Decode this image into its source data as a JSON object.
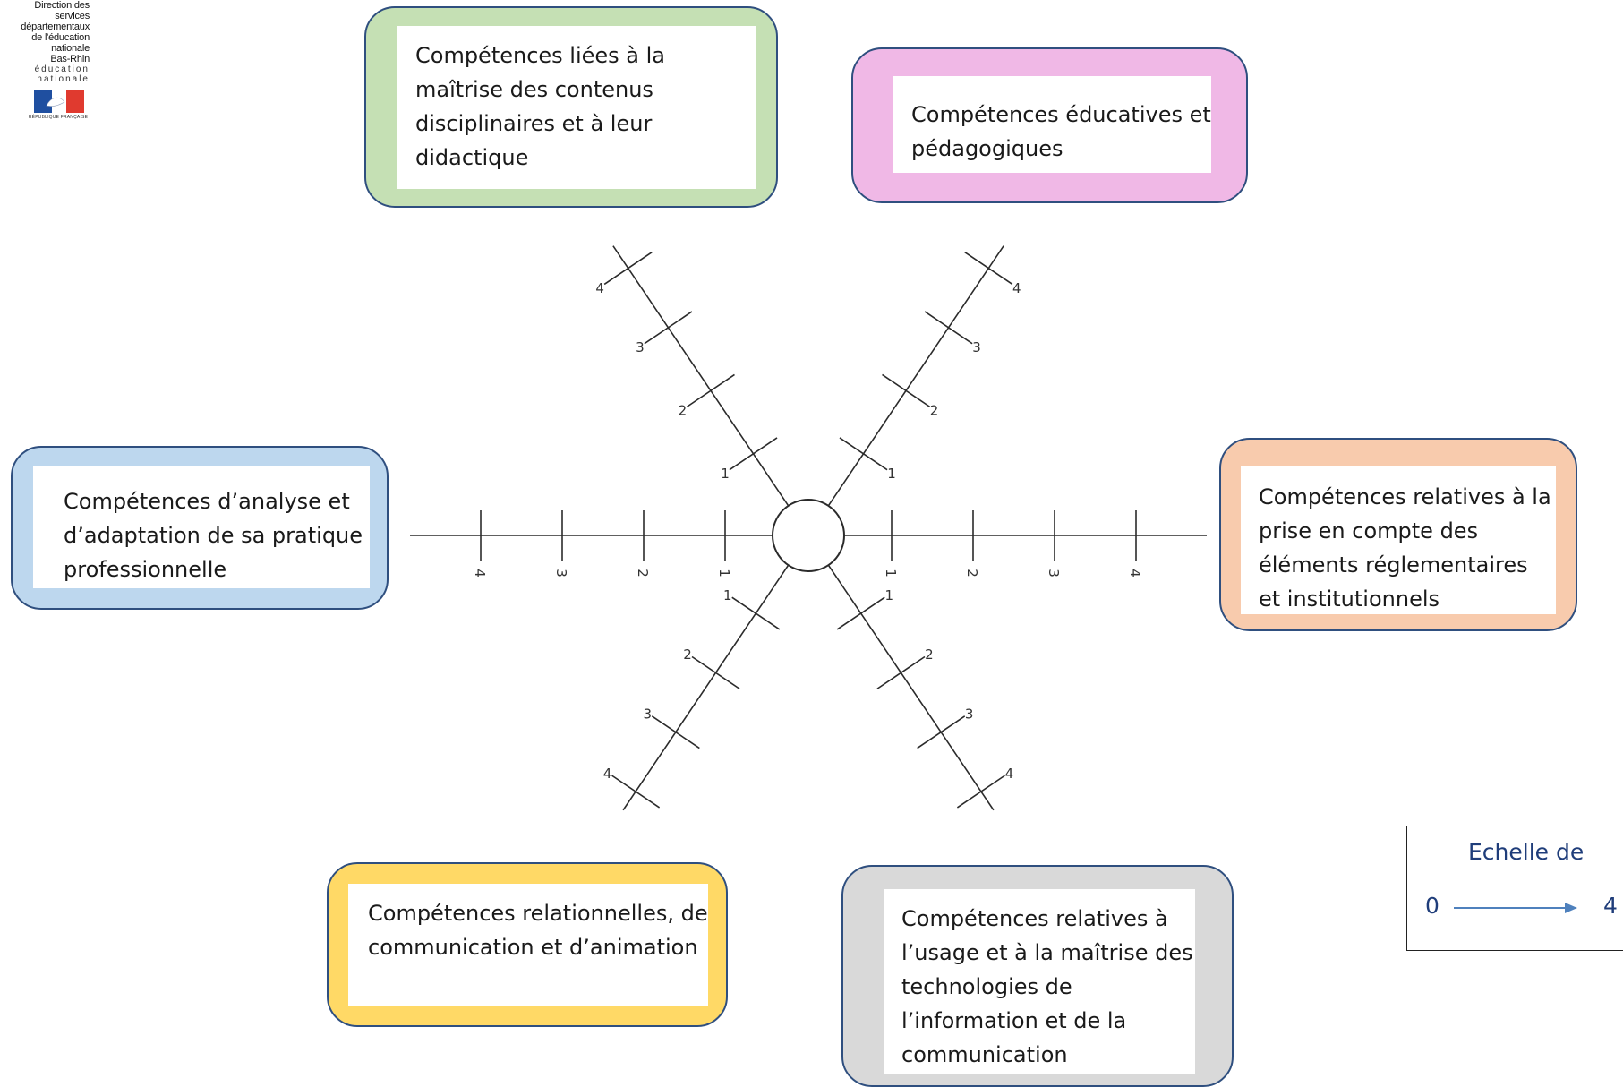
{
  "header": {
    "line1": "Direction des services",
    "line2": "départementaux",
    "line3": "de l'éducation nationale",
    "line4": "Bas-Rhin",
    "edu1": "éducation",
    "edu2": "nationale",
    "republique": "RÉPUBLIQUE FRANÇAISE"
  },
  "boxes": {
    "disciplinaires": "Compétences liées à la maîtrise des contenus disciplinaires et à leur didactique",
    "educatives": "Compétences éducatives et pédagogiques",
    "analyse": "Compétences d’analyse et d’adaptation de sa pratique professionnelle",
    "reglementaires": "Compétences relatives à la prise en compte des éléments réglementaires et institutionnels",
    "relationnelles": "Compétences relationnelles, de communication et d’animation",
    "technologies": "Compétences relatives à l’usage et à la maîtrise des technologies de l’information et de la communication"
  },
  "colors": {
    "disciplinaires": "#c5e0b4",
    "educatives": "#f0b8e6",
    "analyse": "#bdd7ee",
    "reglementaires": "#f8cbad",
    "relationnelles": "#ffd966",
    "technologies": "#d9d9d9",
    "border": "#2f4f7f"
  },
  "axis_ticks": [
    "1",
    "2",
    "3",
    "4"
  ],
  "scale": {
    "title": "Echelle de",
    "min": "0",
    "max": "4"
  }
}
